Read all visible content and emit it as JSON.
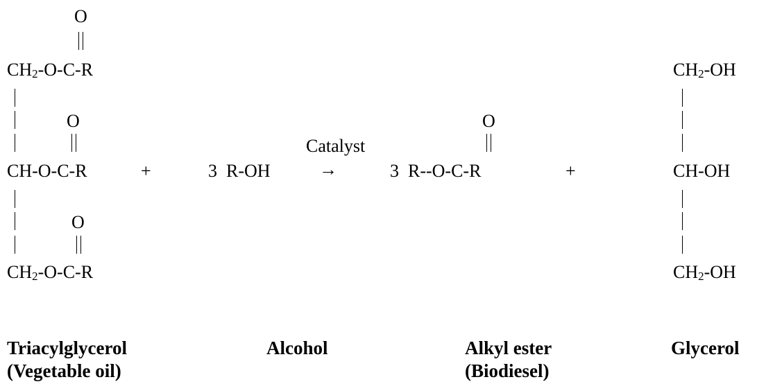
{
  "reactant_triglyceride": {
    "carbonyl_o": "O",
    "row1_ch2": "CH",
    "row1_sub": "2",
    "row1_rest": "-O-C-R",
    "row2": "CH-O-C-R",
    "row3_ch2": "CH",
    "row3_sub": "2",
    "row3_rest": "-O-C-R"
  },
  "plus_sign": "+",
  "alcohol_formula": "3  R-OH",
  "catalyst_label": "Catalyst",
  "arrow": "→",
  "ester": {
    "carbonyl_o": "O",
    "formula": "3  R--O-C-R"
  },
  "glycerol": {
    "top_ch2": "CH",
    "top_sub": "2",
    "top_rest": "-OH",
    "middle": "CH-OH",
    "bottom_ch2": "CH",
    "bottom_sub": "2",
    "bottom_rest": "-OH"
  },
  "labels": {
    "triacylglycerol": "Triacylglycerol",
    "vegetable_oil": "(Vegetable oil)",
    "alcohol": "Alcohol",
    "alkyl_ester": "Alkyl ester",
    "biodiesel": "(Biodiesel)",
    "glycerol": "Glycerol"
  }
}
